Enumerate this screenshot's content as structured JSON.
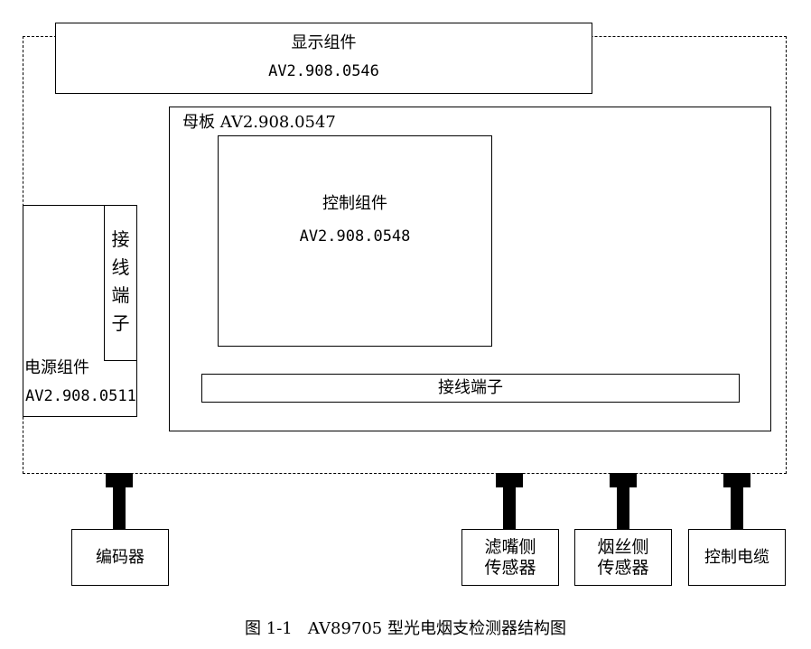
{
  "outer_enclosure": {
    "style": "dashed"
  },
  "display_assembly": {
    "name": "显示组件",
    "code": "AV2.908.0546"
  },
  "motherboard": {
    "label": "母板 AV2.908.0547"
  },
  "control_assembly": {
    "name": "控制组件",
    "code": "AV2.908.0548"
  },
  "terminal_strip": {
    "label": "接线端子"
  },
  "power_assembly": {
    "name": "电源组件",
    "code": "AV2.908.0511",
    "terminal_chars": [
      "接",
      "线",
      "端",
      "子"
    ]
  },
  "external_devices": {
    "encoder": {
      "label": "编码器"
    },
    "filter_sensor": {
      "line1": "滤嘴侧",
      "line2": "传感器"
    },
    "tobacco_sensor": {
      "line1": "烟丝侧",
      "line2": "传感器"
    },
    "control_cable": {
      "label": "控制电缆"
    }
  },
  "caption": "图 1-1   AV89705 型光电烟支检测器结构图"
}
